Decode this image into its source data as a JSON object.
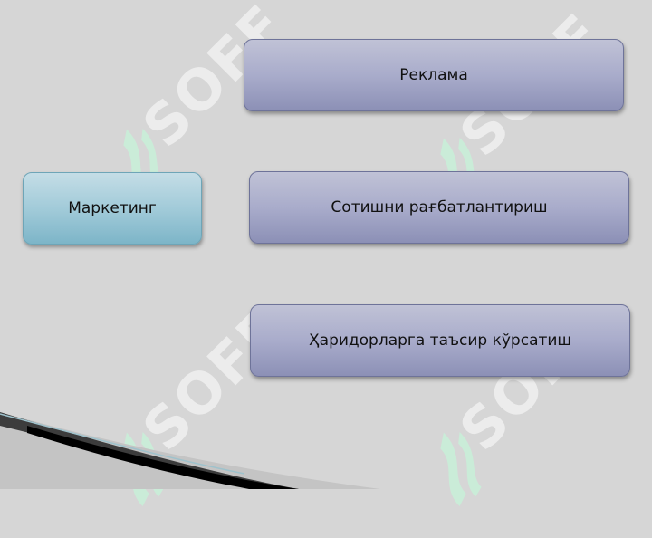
{
  "diagram": {
    "root": {
      "label": "Маркетинг"
    },
    "branches": [
      {
        "label": "Реклама"
      },
      {
        "label": "Сотишни рағбатлантириш"
      },
      {
        "label": "Ҳаридорларга таъсир кўрсатиш"
      }
    ]
  },
  "watermark": {
    "text": "SOFF"
  },
  "colors": {
    "background": "#d6d6d6",
    "branch_fill": "#a9accb",
    "root_fill": "#a2cbd9",
    "watermark": "#c8f0d8"
  }
}
